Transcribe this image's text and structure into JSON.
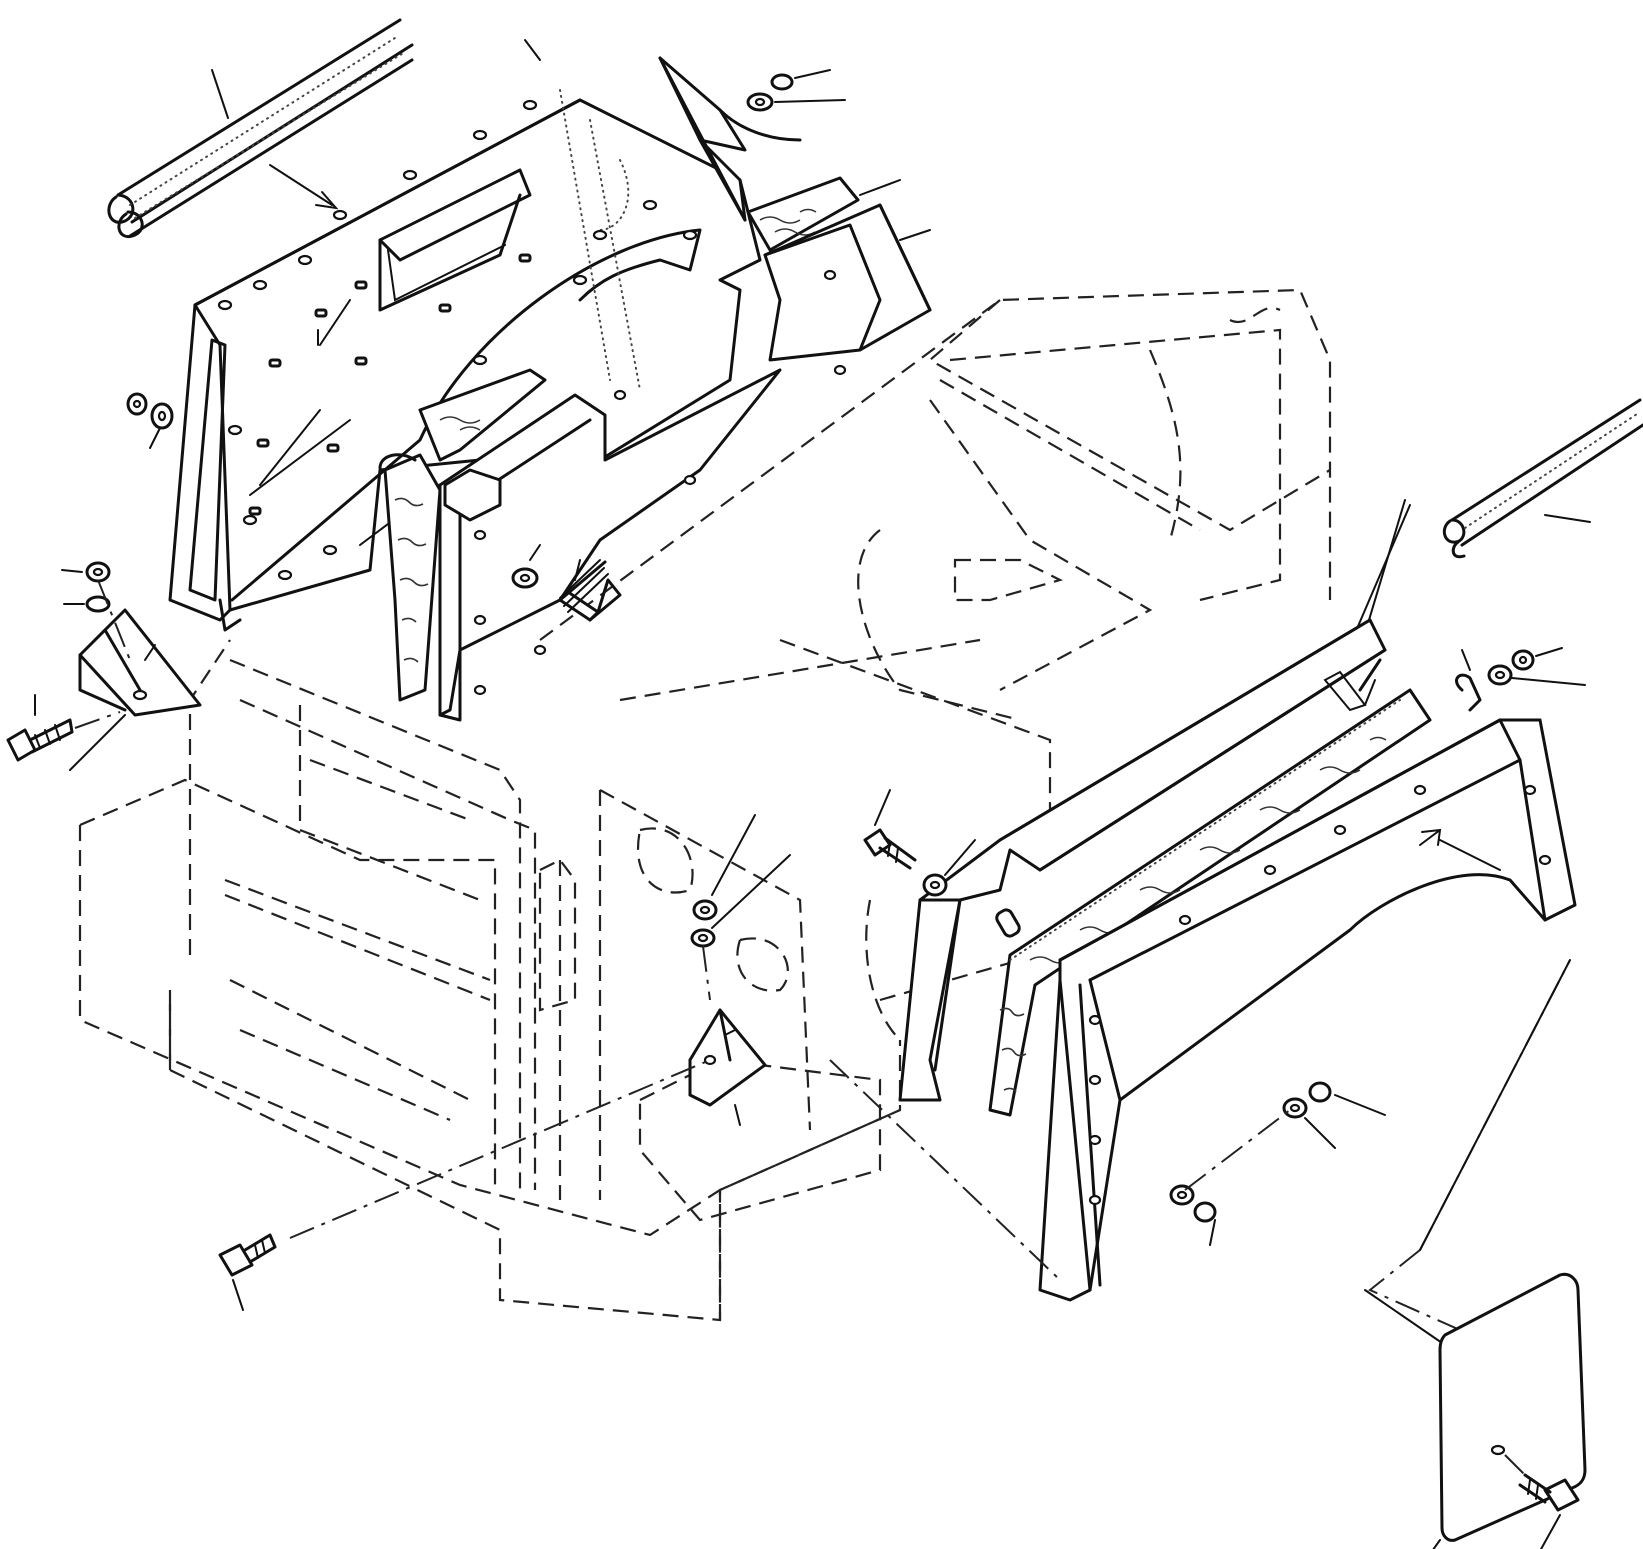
{
  "diagram": {
    "description_visible_text": [],
    "colors": {
      "ink": "#111111",
      "background": "#ffffff"
    },
    "parts": [
      "seal-strip-top-left",
      "rear-panel",
      "cover-plate-top",
      "foam-pad-upper",
      "bracket-upper",
      "side-panel-left",
      "foam-pad-left",
      "bolt-center",
      "washer-center",
      "mount-bracket-left",
      "bolt-left",
      "nut-left",
      "washer-left",
      "cab-outline",
      "seal-strip-right",
      "frame-front",
      "foam-pad-right",
      "frame-rear",
      "mount-bracket-center",
      "bolt-bottom",
      "access-cover",
      "bolt-cover",
      "nut-right",
      "washer-right"
    ]
  }
}
